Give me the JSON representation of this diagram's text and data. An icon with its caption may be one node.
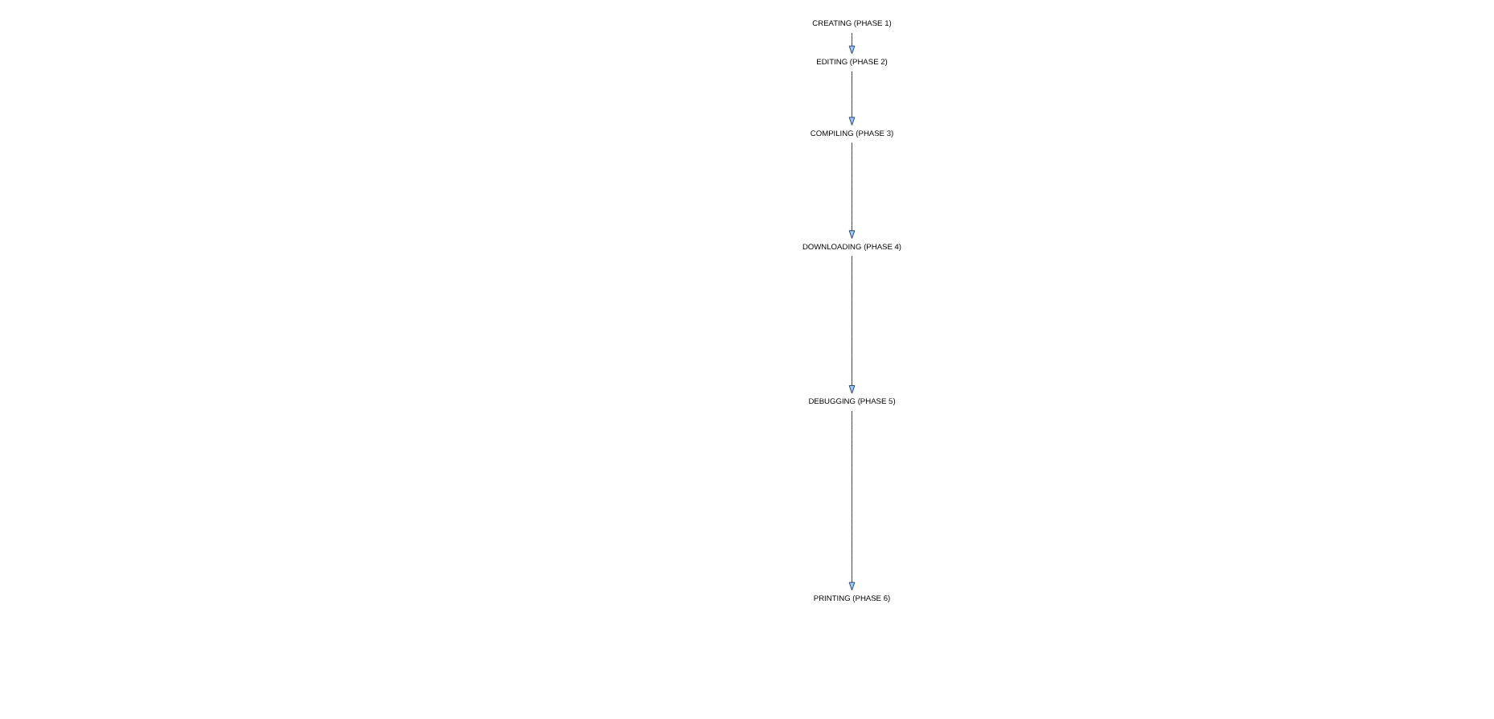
{
  "diagram": {
    "nodes": [
      {
        "text": [
          "CREATING (PHASE 1)"
        ]
      },
      {
        "text": [
          "EDITING (PHASE 2)"
        ]
      },
      {
        "text": [
          "COMPILING (PHASE 3)"
        ]
      },
      {
        "text": [
          "DOWNLOADING (PHASE 4)"
        ]
      },
      {
        "text": [
          "DEBUGGING (PHASE 5)"
        ]
      },
      {
        "text": [
          "PRINTING (PHASE 6)"
        ]
      }
    ],
    "edges": [
      {
        "from": 0,
        "to": 1,
        "arrow": "to"
      },
      {
        "from": 1,
        "to": 2,
        "arrow": "to"
      },
      {
        "from": 2,
        "to": 3,
        "arrow": "to"
      },
      {
        "from": 3,
        "to": 4,
        "arrow": "to"
      },
      {
        "from": 4,
        "to": 5,
        "arrow": "to"
      }
    ]
  }
}
